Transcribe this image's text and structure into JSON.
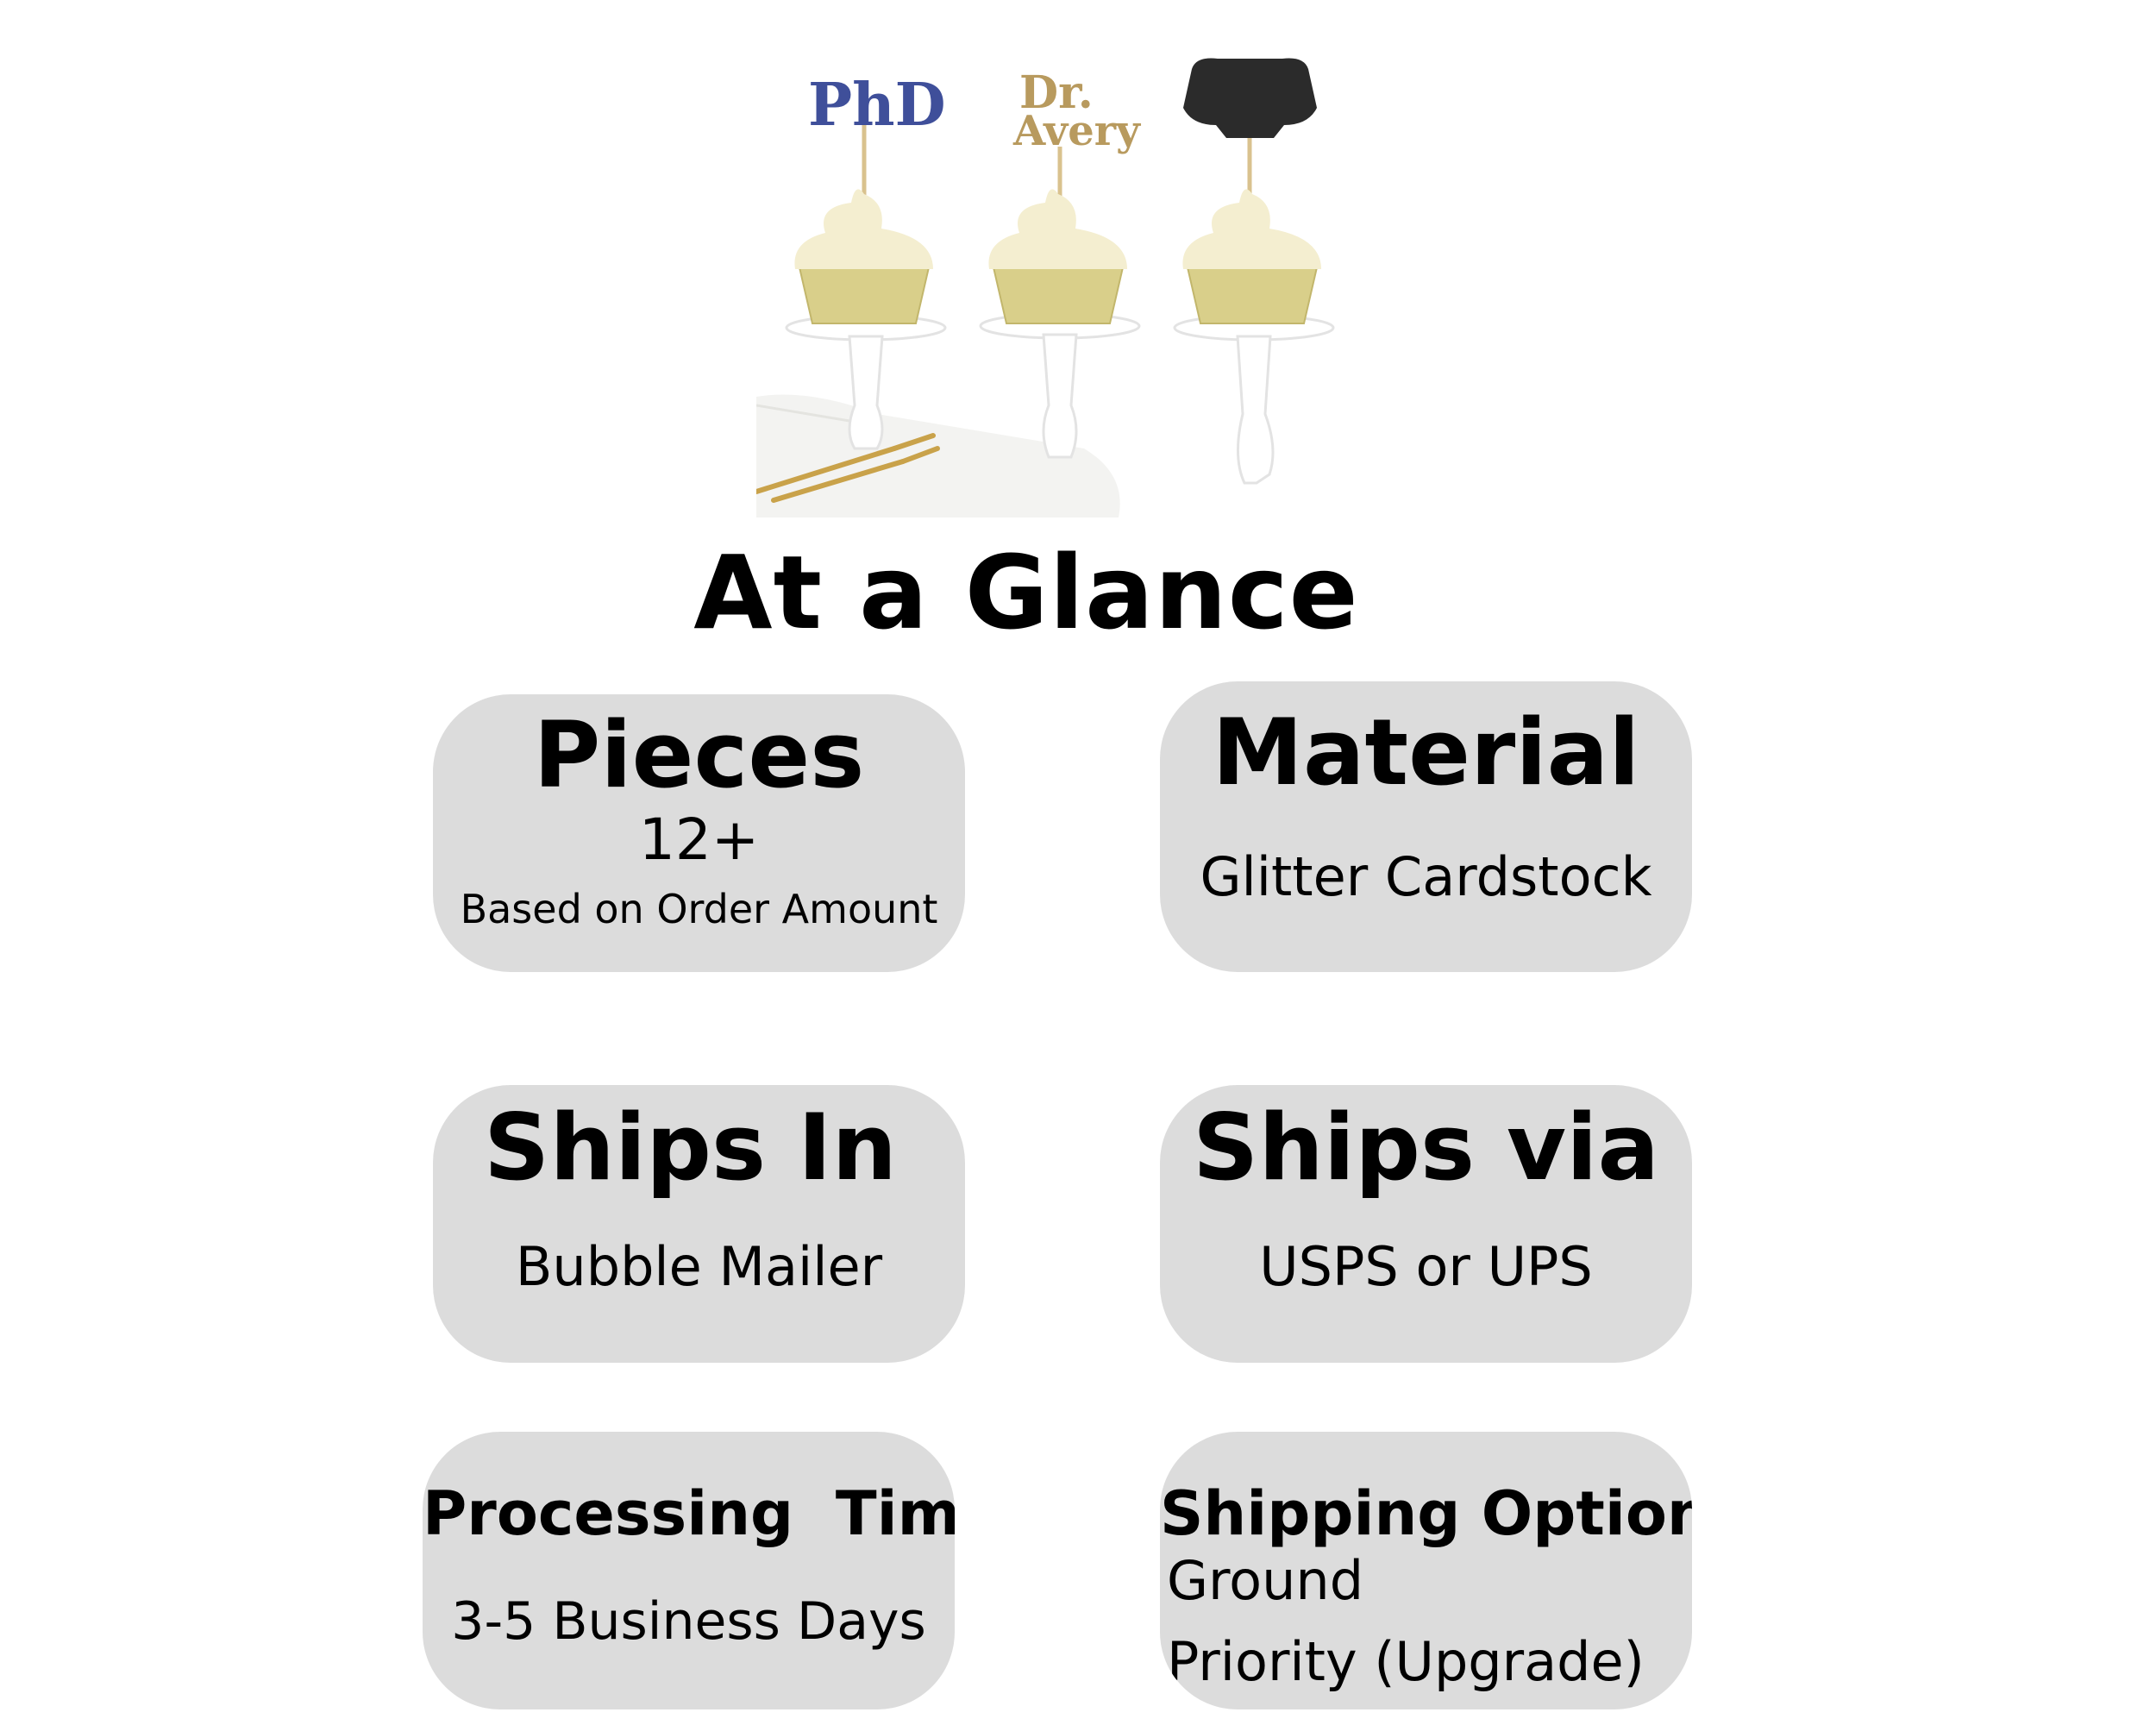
{
  "photo": {
    "toppers": [
      "PhD",
      "Dr.",
      "Avery"
    ],
    "colors": {
      "blue": "#3f4f9a",
      "gold": "#b89a5e",
      "black": "#2b2b2b",
      "cream": "#f4eed0",
      "liner": "#d9cf8a"
    }
  },
  "title": "At a Glance",
  "cards": {
    "pieces": {
      "heading": "Pieces",
      "value": "12+",
      "note": "Based on Order Amount"
    },
    "material": {
      "heading": "Material",
      "value": "Glitter Cardstock"
    },
    "ships_in": {
      "heading": "Ships In",
      "value": "Bubble Mailer"
    },
    "ships_via": {
      "heading": "Ships via",
      "value": "USPS or UPS"
    },
    "processing": {
      "heading": "Processing  Time",
      "value": "3-5 Business Days"
    },
    "shipping_options": {
      "heading": "Shipping Options",
      "line1": "Ground",
      "line2": "Priority (Upgrade)"
    }
  },
  "card_color": "#dcdcdc"
}
